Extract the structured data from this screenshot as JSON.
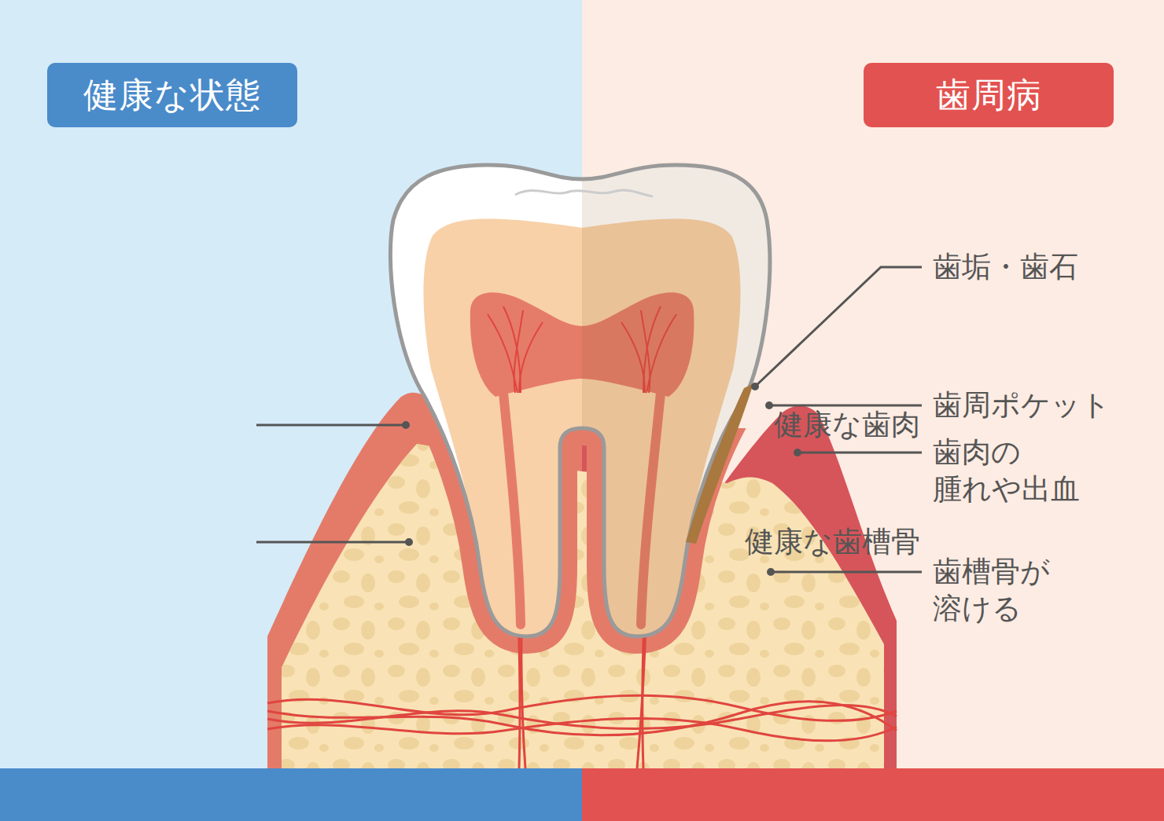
{
  "diagram": {
    "nodes": [
      {
        "text": [
          "健康な状態"
        ]
      },
      {
        "text": [
          "歯周病"
        ]
      }
    ],
    "labels": [
      "歯垢・歯石",
      "歯周ポケット",
      "歯肉の 腫れや出血",
      "健康な歯肉",
      "健康な歯槽骨",
      "歯槽骨が 溶ける"
    ]
  }
}
